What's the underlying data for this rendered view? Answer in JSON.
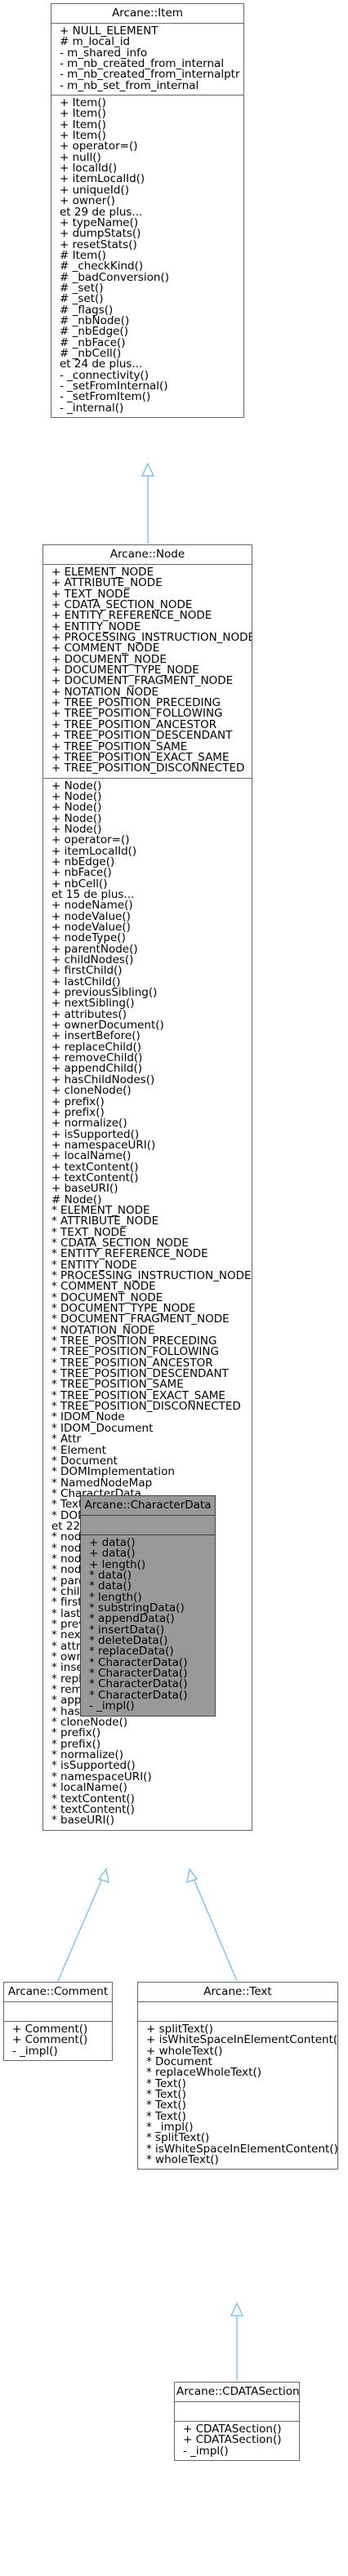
{
  "classes": {
    "item": {
      "name": "Arcane::Item",
      "attributes": [
        "+ NULL_ELEMENT",
        "# m_local_id",
        "- m_shared_info",
        "- m_nb_created_from_internal",
        "- m_nb_created_from_internalptr",
        "- m_nb_set_from_internal"
      ],
      "methods": [
        "+ Item()",
        "+ Item()",
        "+ Item()",
        "+ Item()",
        "+ operator=()",
        "+ null()",
        "+ localId()",
        "+ itemLocalId()",
        "+ uniqueId()",
        "+ owner()",
        "et 29 de plus...",
        "+ typeName()",
        "+ dumpStats()",
        "+ resetStats()",
        "# Item()",
        "# _checkKind()",
        "# _badConversion()",
        "# _set()",
        "# _set()",
        "# _flags()",
        "# _nbNode()",
        "# _nbEdge()",
        "# _nbFace()",
        "# _nbCell()",
        "et 24 de plus...",
        "- _connectivity()",
        "- _setFromInternal()",
        "- _setFromItem()",
        "- _internal()"
      ]
    },
    "node": {
      "name": "Arcane::Node",
      "attributes": [
        "+ ELEMENT_NODE",
        "+ ATTRIBUTE_NODE",
        "+ TEXT_NODE",
        "+ CDATA_SECTION_NODE",
        "+ ENTITY_REFERENCE_NODE",
        "+ ENTITY_NODE",
        "+ PROCESSING_INSTRUCTION_NODE",
        "+ COMMENT_NODE",
        "+ DOCUMENT_NODE",
        "+ DOCUMENT_TYPE_NODE",
        "+ DOCUMENT_FRAGMENT_NODE",
        "+ NOTATION_NODE",
        "+ TREE_POSITION_PRECEDING",
        "+ TREE_POSITION_FOLLOWING",
        "+ TREE_POSITION_ANCESTOR",
        "+ TREE_POSITION_DESCENDANT",
        "+ TREE_POSITION_SAME",
        "+ TREE_POSITION_EXACT_SAME",
        "+ TREE_POSITION_DISCONNECTED"
      ],
      "methods": [
        "+ Node()",
        "+ Node()",
        "+ Node()",
        "+ Node()",
        "+ Node()",
        "+ operator=()",
        "+ itemLocalId()",
        "+ nbEdge()",
        "+ nbFace()",
        "+ nbCell()",
        "et 15 de plus...",
        "+ nodeName()",
        "+ nodeValue()",
        "+ nodeValue()",
        "+ nodeType()",
        "+ parentNode()",
        "+ childNodes()",
        "+ firstChild()",
        "+ lastChild()",
        "+ previousSibling()",
        "+ nextSibling()",
        "+ attributes()",
        "+ ownerDocument()",
        "+ insertBefore()",
        "+ replaceChild()",
        "+ removeChild()",
        "+ appendChild()",
        "+ hasChildNodes()",
        "+ cloneNode()",
        "+ prefix()",
        "+ prefix()",
        "+ normalize()",
        "+ isSupported()",
        "+ namespaceURI()",
        "+ localName()",
        "+ textContent()",
        "+ textContent()",
        "+ baseURI()",
        "# Node()",
        "* ELEMENT_NODE",
        "* ATTRIBUTE_NODE",
        "* TEXT_NODE",
        "* CDATA_SECTION_NODE",
        "* ENTITY_REFERENCE_NODE",
        "* ENTITY_NODE",
        "* PROCESSING_INSTRUCTION_NODE",
        "* COMMENT_NODE",
        "* DOCUMENT_NODE",
        "* DOCUMENT_TYPE_NODE",
        "* DOCUMENT_FRAGMENT_NODE",
        "* NOTATION_NODE",
        "* TREE_POSITION_PRECEDING",
        "* TREE_POSITION_FOLLOWING",
        "* TREE_POSITION_ANCESTOR",
        "* TREE_POSITION_DESCENDANT",
        "* TREE_POSITION_SAME",
        "* TREE_POSITION_EXACT_SAME",
        "* TREE_POSITION_DISCONNECTED",
        "* IDOM_Node",
        "* IDOM_Document",
        "* Attr",
        "* Element",
        "* Document",
        "* DOMImplementation",
        "* NamedNodeMap",
        "* CharacterData",
        "* Text",
        "* DOMWriter",
        "et 22 de plus...",
        "* nodeName()",
        "* nodeValue()",
        "* nodeValue()",
        "* nodeType()",
        "* parentNode()",
        "* childNodes()",
        "* firstChild()",
        "* lastChild()",
        "* previousSibling()",
        "* nextSibling()",
        "* attributes()",
        "* ownerDocument()",
        "* insertBefore()",
        "* replaceChild()",
        "* removeChild()",
        "* appendChild()",
        "* hasChildNodes()",
        "* cloneNode()",
        "* prefix()",
        "* prefix()",
        "* normalize()",
        "* isSupported()",
        "* namespaceURI()",
        "* localName()",
        "* textContent()",
        "* textContent()",
        "* baseURI()"
      ]
    },
    "characterdata": {
      "name": "Arcane::CharacterData",
      "attributes": [],
      "methods": [
        "+ data()",
        "+ data()",
        "+ length()",
        "* data()",
        "* data()",
        "* length()",
        "* substringData()",
        "* appendData()",
        "* insertData()",
        "* deleteData()",
        "* replaceData()",
        "* CharacterData()",
        "* CharacterData()",
        "* CharacterData()",
        "* CharacterData()",
        "- _impl()"
      ]
    },
    "comment": {
      "name": "Arcane::Comment",
      "attributes": [],
      "methods": [
        "+ Comment()",
        "+ Comment()",
        "- _impl()"
      ]
    },
    "text": {
      "name": "Arcane::Text",
      "attributes": [],
      "methods": [
        "+ splitText()",
        "+ isWhiteSpaceInElementContent()",
        "+ wholeText()",
        "* Document",
        "* replaceWholeText()",
        "* Text()",
        "* Text()",
        "* Text()",
        "* Text()",
        "* _impl()",
        "* splitText()",
        "* isWhiteSpaceInElementContent()",
        "* wholeText()"
      ]
    },
    "cdatasection": {
      "name": "Arcane::CDATASection",
      "attributes": [],
      "methods": [
        "+ CDATASection()",
        "+ CDATASection()",
        "- _impl()"
      ]
    }
  },
  "colors": {
    "edge": "#63b8ff",
    "focus_fill": "#999999",
    "border": "#666666"
  }
}
